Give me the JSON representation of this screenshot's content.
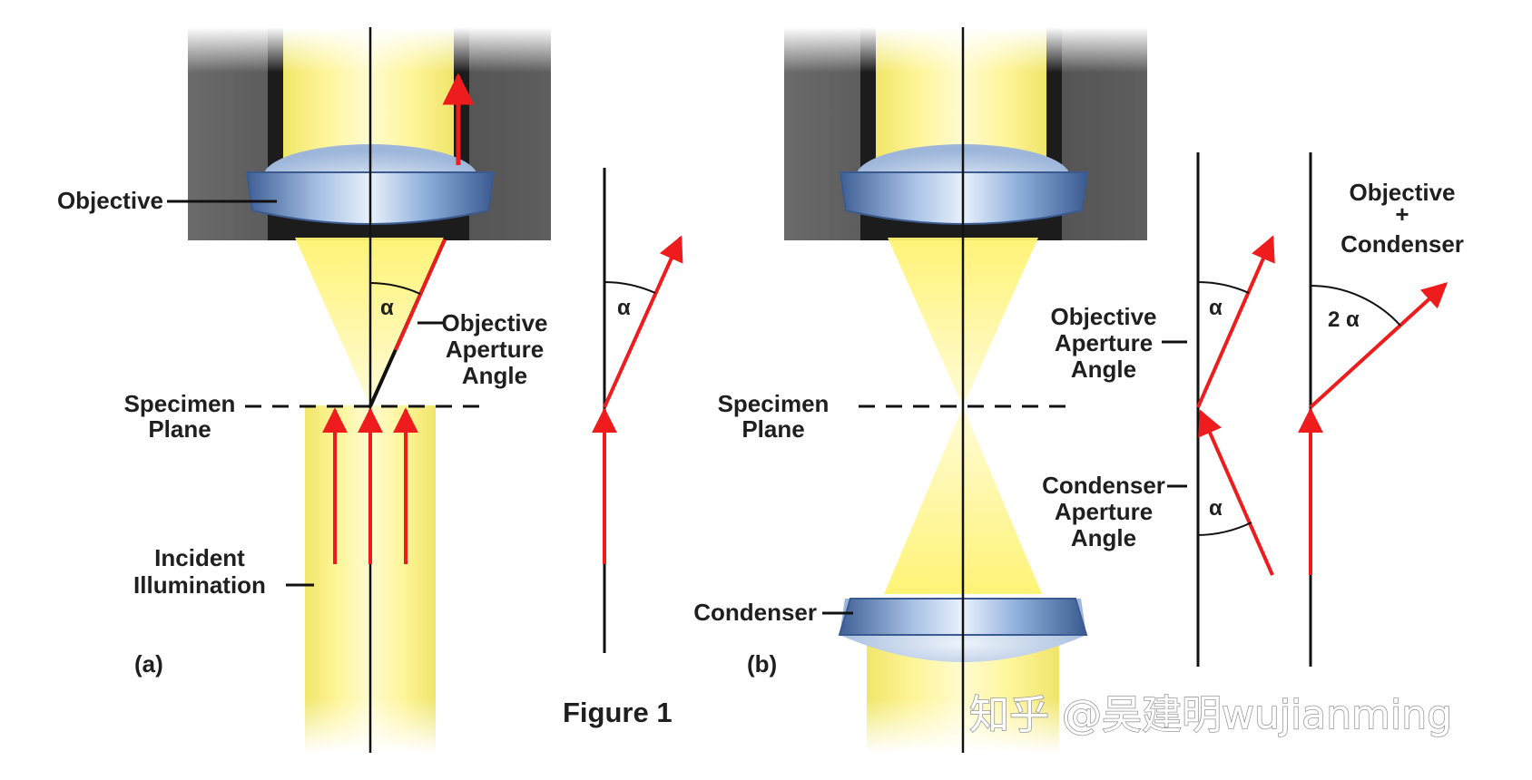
{
  "panel_a": {
    "tag": "(a)",
    "objective": "Objective",
    "aperture_label": [
      "Objective",
      "Aperture",
      "Angle"
    ],
    "specimen_plane": [
      "Specimen",
      "Plane"
    ],
    "incident": [
      "Incident",
      "Illumination"
    ],
    "alpha_cone": "α",
    "alpha_vector": "α"
  },
  "panel_b": {
    "tag": "(b)",
    "specimen_plane": [
      "Specimen",
      "Plane"
    ],
    "objective_aperture": [
      "Objective",
      "Aperture",
      "Angle"
    ],
    "condenser_aperture": [
      "Condenser",
      "Aperture",
      "Angle"
    ],
    "condenser": "Condenser",
    "alpha_upper": "α",
    "alpha_lower": "α",
    "combined_title": [
      "Objective",
      "+",
      "Condenser"
    ],
    "combined_alpha": "2 α"
  },
  "figure_caption": "Figure 1",
  "watermark": "知乎 @吴建明wujianming",
  "colors": {
    "light_beam": "#fff27a",
    "housing": "#555555",
    "lens": "#6f93c4",
    "ray": "#ee1c1c",
    "axis": "#111111"
  }
}
